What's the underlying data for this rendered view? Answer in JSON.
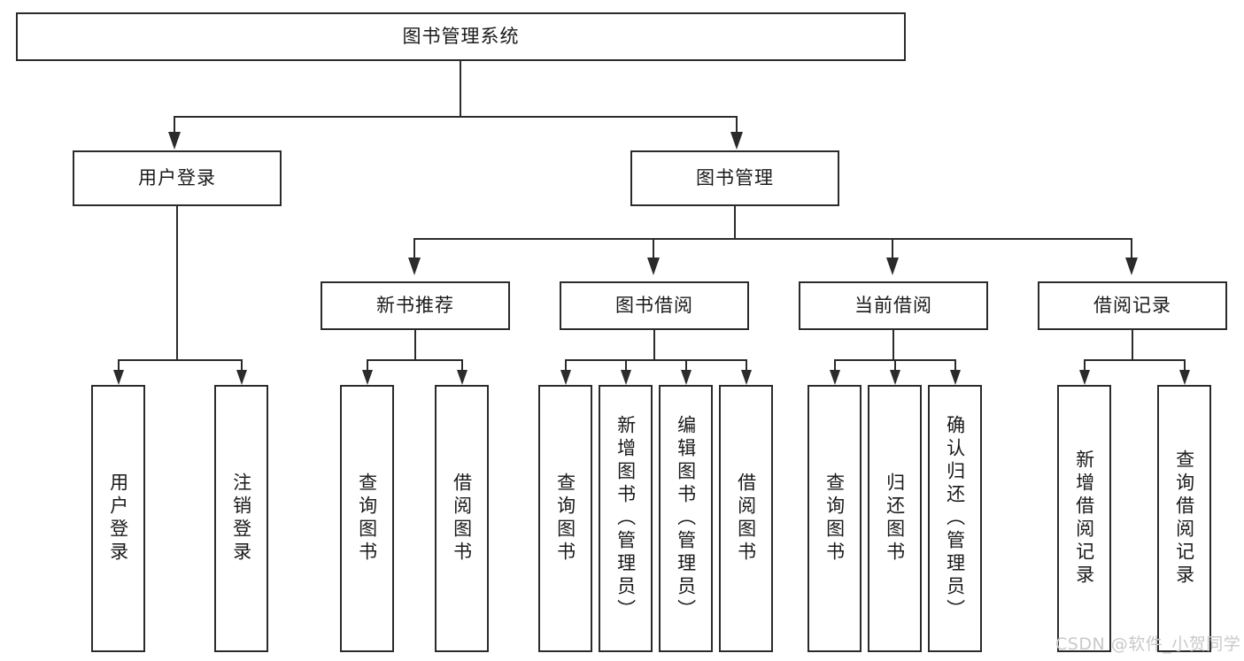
{
  "diagram": {
    "type": "tree-flowchart",
    "title": "图书管理系统",
    "root": {
      "label": "图书管理系统"
    },
    "level2": [
      {
        "id": "user-login",
        "label": "用户登录"
      },
      {
        "id": "book-management",
        "label": "图书管理"
      }
    ],
    "level3": [
      {
        "id": "new-book-recommend",
        "label": "新书推荐",
        "parent": "book-management"
      },
      {
        "id": "book-borrow",
        "label": "图书借阅",
        "parent": "book-management"
      },
      {
        "id": "current-borrow",
        "label": "当前借阅",
        "parent": "book-management"
      },
      {
        "id": "borrow-record",
        "label": "借阅记录",
        "parent": "book-management"
      }
    ],
    "leaves": {
      "user-login": [
        {
          "id": "leaf-user-login",
          "label": "用户登录"
        },
        {
          "id": "leaf-user-logout",
          "label": "注销登录"
        }
      ],
      "new-book-recommend": [
        {
          "id": "leaf-query-book-1",
          "label": "查询图书"
        },
        {
          "id": "leaf-borrow-book-1",
          "label": "借阅图书"
        }
      ],
      "book-borrow": [
        {
          "id": "leaf-query-book-2",
          "label": "查询图书"
        },
        {
          "id": "leaf-add-book",
          "label": "新增图书（管理员）"
        },
        {
          "id": "leaf-edit-book",
          "label": "编辑图书（管理员）"
        },
        {
          "id": "leaf-borrow-book-2",
          "label": "借阅图书"
        }
      ],
      "current-borrow": [
        {
          "id": "leaf-query-book-3",
          "label": "查询图书"
        },
        {
          "id": "leaf-return-book",
          "label": "归还图书"
        },
        {
          "id": "leaf-confirm-return",
          "label": "确认归还（管理员）"
        }
      ],
      "borrow-record": [
        {
          "id": "leaf-add-record",
          "label": "新增借阅记录"
        },
        {
          "id": "leaf-query-record",
          "label": "查询借阅记录"
        }
      ]
    }
  },
  "watermark": {
    "text": "CSDN @软件_小贺同学"
  },
  "colors": {
    "stroke": "#2b2b2b",
    "fill": "#ffffff",
    "text": "#1a1a1a",
    "watermark": "#c9c9c9"
  }
}
